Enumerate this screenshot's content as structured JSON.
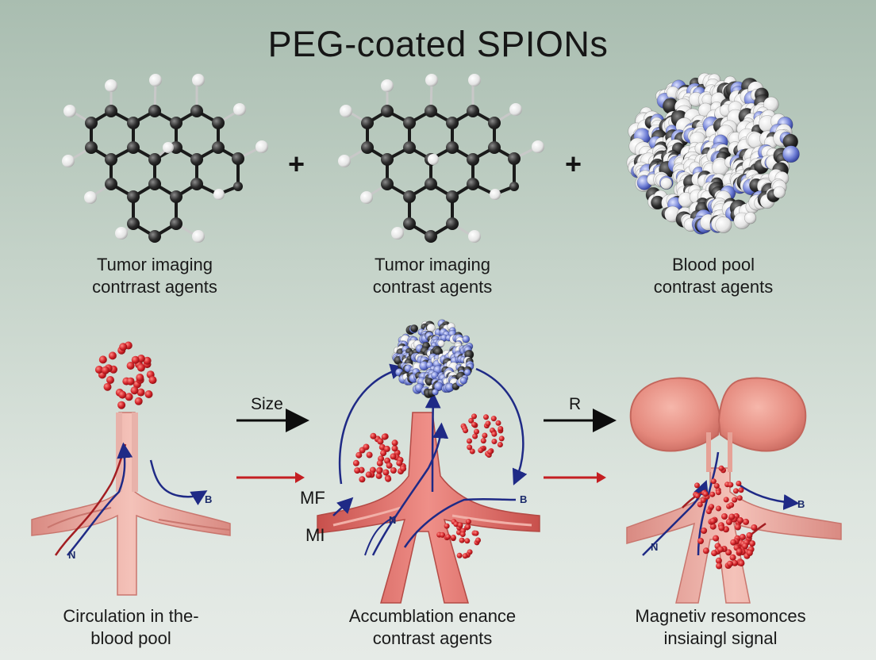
{
  "title": "PEG-coated SPIONs",
  "top_row": {
    "plus_sign": "+",
    "items": [
      {
        "line1": "Tumor imaging",
        "line2": "contrrast agents"
      },
      {
        "line1": "Tumor imaging",
        "line2": "contrast agents"
      },
      {
        "line1": "Blood pool",
        "line2": "contrast agents"
      }
    ]
  },
  "bottom_row": {
    "arrows": [
      {
        "label": "Size"
      },
      {
        "label": "R"
      }
    ],
    "side_labels": [
      "MF",
      "MI"
    ],
    "vessel_marks": [
      "N",
      "B",
      "N",
      "B",
      "N",
      "B"
    ],
    "items": [
      {
        "line1": "Circulation in the-",
        "line2": "blood pool"
      },
      {
        "line1": "Accumblation enance",
        "line2": "contrast agents"
      },
      {
        "line1": "Magnetiv resomonces",
        "line2": "insiaingl signal"
      }
    ]
  },
  "colors": {
    "atom_carbon": "#2b2b2b",
    "atom_hydrogen": "#f2f2f2",
    "particle_blue": "#4a5fc4",
    "vessel": "#e9a39c",
    "dots_red": "#c41e22",
    "nerve_blue": "#1f2a86",
    "arrow_black": "#0d0d0d",
    "arrow_red": "#c41e22"
  },
  "icons": [
    "molecule-icon",
    "nanoparticle-icon",
    "vessel-icon",
    "organ-icon",
    "arrow-icon"
  ]
}
